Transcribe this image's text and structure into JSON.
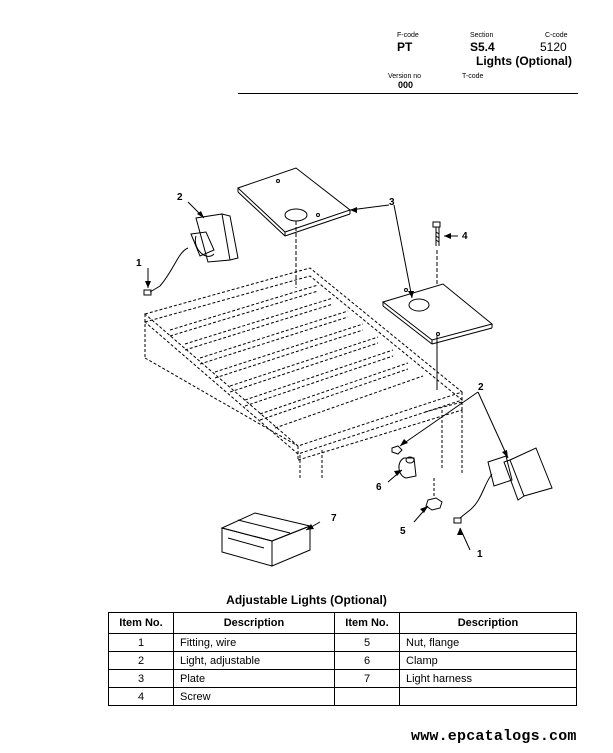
{
  "header": {
    "fcode_label": "F-code",
    "fcode_value": "PT",
    "section_label": "Section",
    "section_value": "S5.4",
    "ccode_label": "C-code",
    "ccode_value": "5120",
    "section_title": "Lights (Optional)",
    "version_label": "Version no",
    "version_value": "000",
    "tcode_label": "T-code"
  },
  "callouts": [
    "1",
    "2",
    "3",
    "4",
    "2",
    "3",
    "7",
    "6",
    "5",
    "1"
  ],
  "table": {
    "title": "Adjustable Lights (Optional)",
    "headers": [
      "Item No.",
      "Description",
      "Item No.",
      "Description"
    ],
    "rows": [
      [
        "1",
        "Fitting, wire",
        "5",
        "Nut, flange"
      ],
      [
        "2",
        "Light, adjustable",
        "6",
        "Clamp"
      ],
      [
        "3",
        "Plate",
        "7",
        "Light harness"
      ],
      [
        "4",
        "Screw",
        "",
        ""
      ]
    ]
  },
  "footer": {
    "watermark": "www.epcatalogs.com"
  }
}
